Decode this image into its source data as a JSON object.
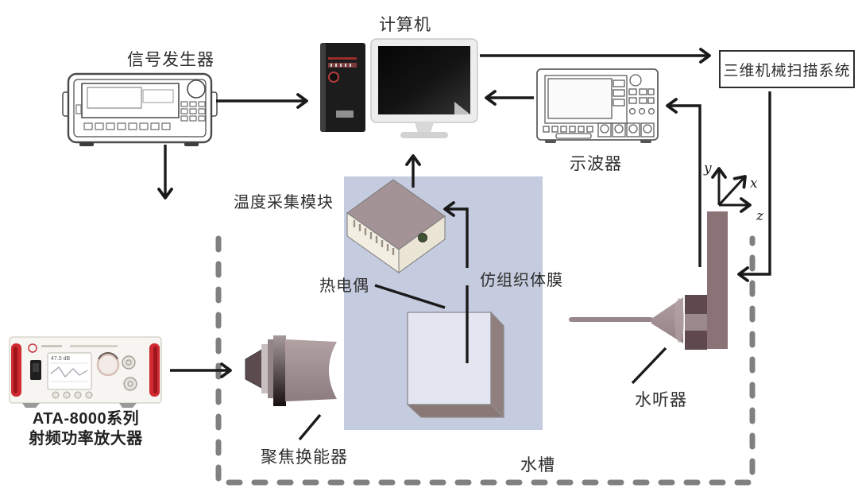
{
  "diagram": {
    "title_context": "HIFU ultrasound measurement system diagram",
    "labels": {
      "signal_generator": "信号发生器",
      "computer": "计算机",
      "scan_system": "三维机械扫描系统",
      "oscilloscope": "示波器",
      "temperature_module": "温度采集模块",
      "thermocouple": "热电偶",
      "phantom": "仿组织体膜",
      "hydrophone": "水听器",
      "transducer": "聚焦换能器",
      "water_tank": "水槽",
      "amplifier_line1": "ATA-8000系列",
      "amplifier_line2": "射频功率放大器"
    },
    "axes": {
      "x": "x",
      "y": "y",
      "z": "z"
    },
    "amplifier_display": "47.0 dB",
    "colors": {
      "arrow": "#1a1a1a",
      "water_panel": "#c6ccdf",
      "tank_dash": "#808080",
      "phantom_side": "#8d7b79",
      "hydrophone_bar": "#8b7276",
      "amp_handle": "#cf2b31"
    }
  }
}
